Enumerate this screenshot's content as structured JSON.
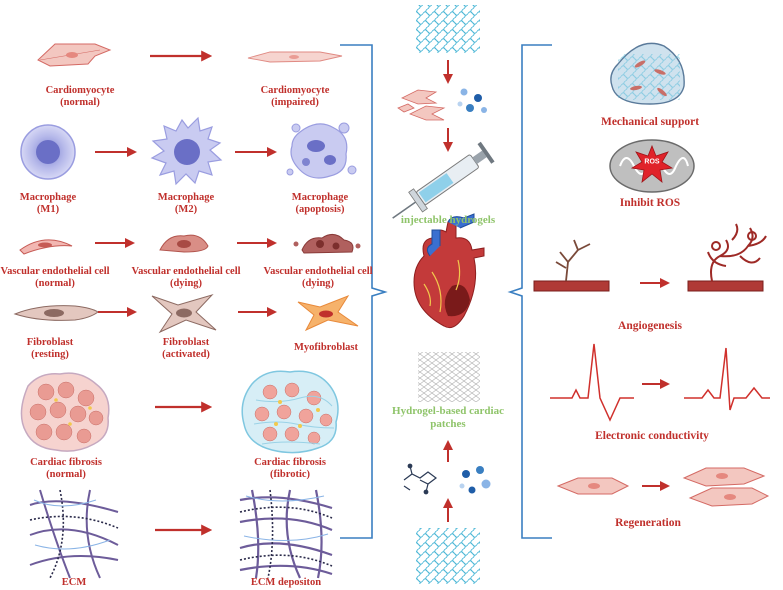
{
  "left": {
    "rows": [
      {
        "items": [
          {
            "name": "cardiomyocyte-normal",
            "lines": [
              "Cardiomyocyte",
              "(normal)"
            ]
          },
          {
            "name": "cardiomyocyte-impaired",
            "lines": [
              "Cardiomyocyte",
              "(impaired)"
            ]
          }
        ]
      },
      {
        "items": [
          {
            "name": "macrophage-m1",
            "lines": [
              "Macrophage",
              "(M1)"
            ]
          },
          {
            "name": "macrophage-m2",
            "lines": [
              "Macrophage",
              "(M2)"
            ]
          },
          {
            "name": "macrophage-apoptosis",
            "lines": [
              "Macrophage",
              "(apoptosis)"
            ]
          }
        ]
      },
      {
        "items": [
          {
            "name": "vascular-normal",
            "lines": [
              "Vascular endothelial cell",
              "(normal)"
            ]
          },
          {
            "name": "vascular-dying-1",
            "lines": [
              "Vascular endothelial cell",
              "(dying)"
            ]
          },
          {
            "name": "vascular-dying-2",
            "lines": [
              "Vascular endothelial cell",
              "(dying)"
            ]
          }
        ]
      },
      {
        "items": [
          {
            "name": "fibroblast-resting",
            "lines": [
              "Fibroblast",
              "(resting)"
            ]
          },
          {
            "name": "fibroblast-activated",
            "lines": [
              "Fibroblast",
              "(activated)"
            ]
          },
          {
            "name": "myofibroblast",
            "lines": [
              "Myofibroblast"
            ]
          }
        ]
      },
      {
        "items": [
          {
            "name": "cardiac-fibrosis-normal",
            "lines": [
              "Cardiac fibrosis",
              "(normal)"
            ]
          },
          {
            "name": "cardiac-fibrosis-fibrotic",
            "lines": [
              "Cardiac fibrosis",
              "(fibrotic)"
            ]
          }
        ]
      },
      {
        "items": [
          {
            "name": "ecm",
            "lines": [
              "ECM"
            ]
          },
          {
            "name": "ecm-deposition",
            "lines": [
              "ECM depositon"
            ]
          }
        ]
      }
    ]
  },
  "center": {
    "injectable": [
      "injectable hydrogels"
    ],
    "patches": [
      "Hydrogel-based cardiac",
      "patches"
    ]
  },
  "right": {
    "mechanical": "Mechanical support",
    "ros": "Inhibit ROS",
    "ros_badge": "ROS",
    "angiogenesis": "Angiogenesis",
    "conductivity": "Electronic conductivity",
    "regeneration": "Regeneration"
  },
  "colors": {
    "label_red": "#c0302c",
    "label_green": "#8fc46a",
    "arrow_red": "#c0302c",
    "bracket_blue": "#3a7fc1"
  }
}
